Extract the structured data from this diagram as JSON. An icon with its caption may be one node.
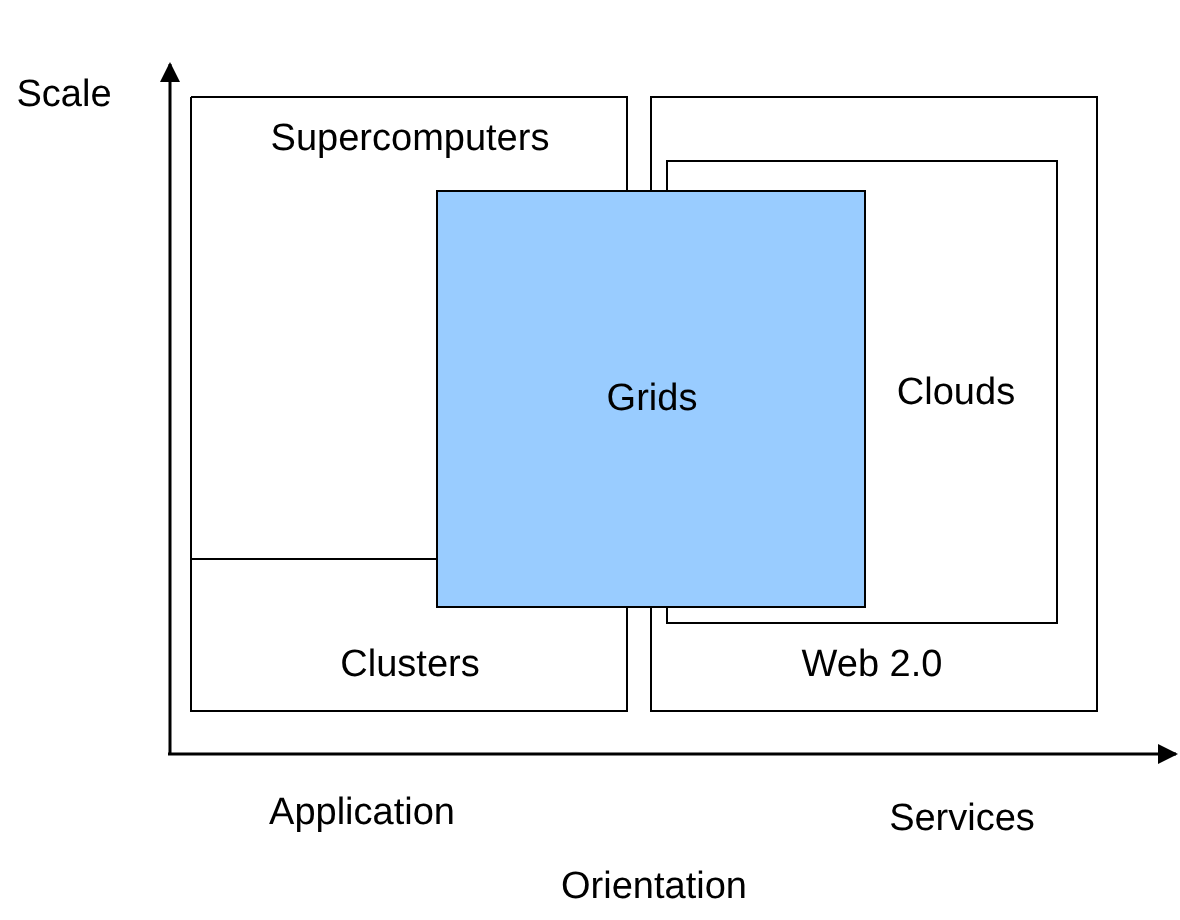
{
  "diagram": {
    "nodes": [
      {
        "text": [
          "Supercomputers"
        ]
      },
      {
        "text": [
          "Clusters"
        ]
      },
      {
        "text": [
          "Web 2.0"
        ]
      },
      {
        "text": [
          "Clouds"
        ]
      },
      {
        "text": [
          "Grids"
        ]
      }
    ],
    "edges": [],
    "labels": [
      "Scale",
      "Application",
      "Services",
      "Orientation"
    ]
  }
}
